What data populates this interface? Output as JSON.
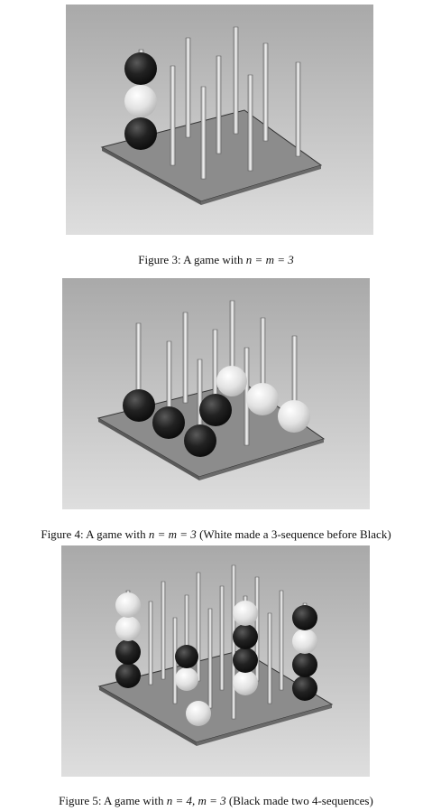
{
  "figures": [
    {
      "caption_prefix": "Figure 3: A game with ",
      "caption_math": "n = m = 3",
      "caption_suffix": ""
    },
    {
      "caption_prefix": "Figure 4: A game with ",
      "caption_math": "n = m = 3",
      "caption_suffix": " (White made a 3-sequence before Black)"
    },
    {
      "caption_prefix": "Figure 5: A game with ",
      "caption_math": "n = 4, m = 3",
      "caption_suffix": " (Black made two 4-sequences)"
    }
  ],
  "colors": {
    "panel_light": "#d8d8d8",
    "panel_dark": "#a0a0a0",
    "board_top": "#8e8e8e",
    "board_edge": "#444444",
    "black_ball": "#1c1c1c",
    "white_ball": "#e6e6e6"
  }
}
